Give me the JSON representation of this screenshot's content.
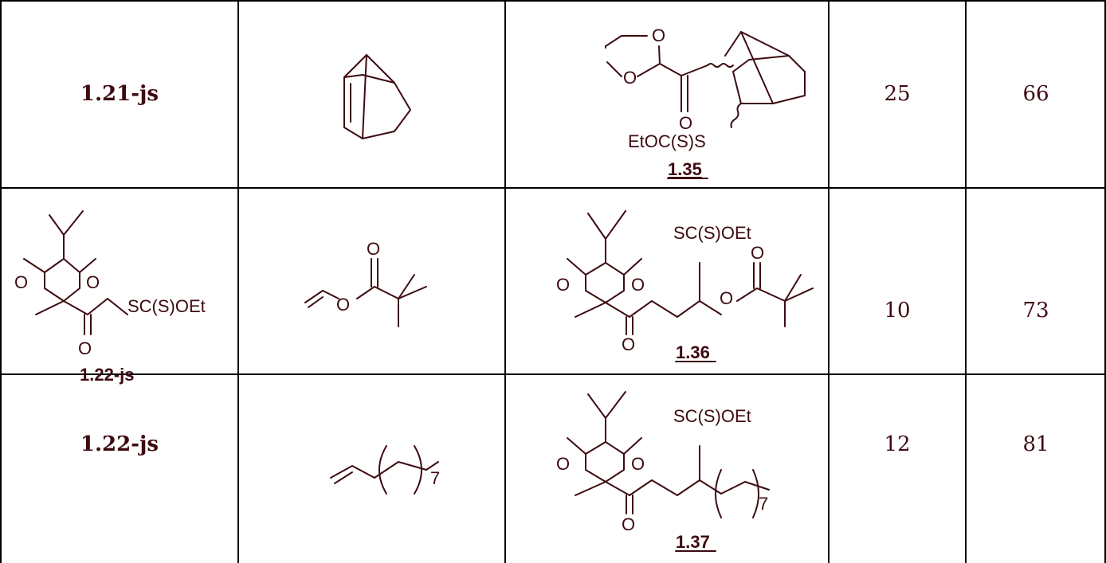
{
  "rows": [
    {
      "reagent": "1.21-js",
      "product_label": "1.35",
      "product_substituent": "EtOC(S)S",
      "col4": "25",
      "col5": "66"
    },
    {
      "reagent_label": "1.22-js",
      "reagent_substituent": "SC(S)OEt",
      "product_label": "1.36",
      "product_substituent": "SC(S)OEt",
      "col4": "10",
      "col5": "73"
    },
    {
      "reagent": "1.22-js",
      "olefin_subscript": "7",
      "product_label": "1.37",
      "product_substituent": "SC(S)OEt",
      "product_subscript": "7",
      "col4": "12",
      "col5": "81"
    }
  ],
  "atoms": {
    "oxygen": "O"
  },
  "colors": {
    "text": "#3d0b10",
    "grid": "#000000",
    "background": "#ffffff"
  }
}
